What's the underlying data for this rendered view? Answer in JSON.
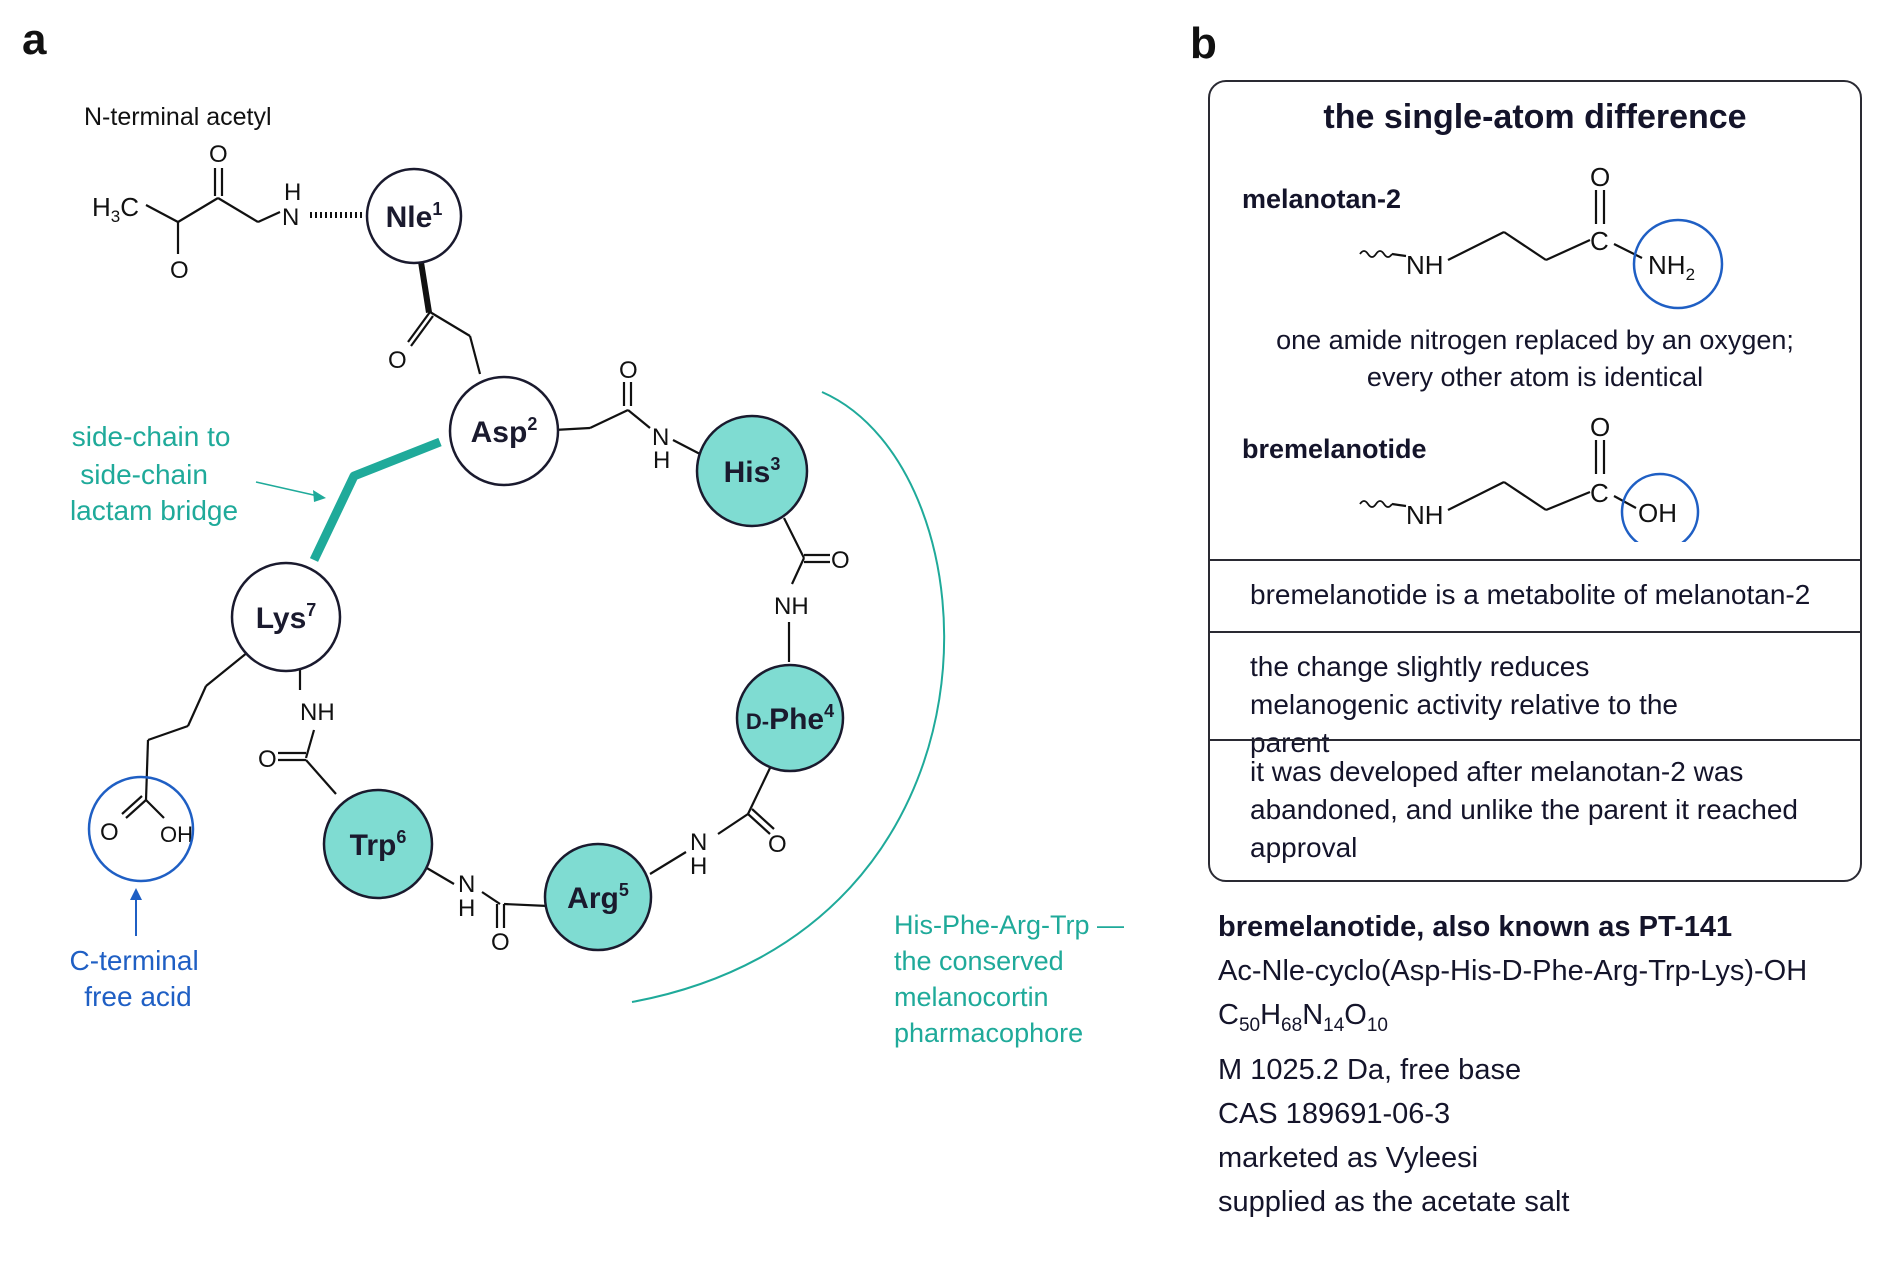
{
  "panel_a": {
    "letter": "a",
    "nterm_label": "N-terminal acetyl",
    "residues": [
      {
        "name": "Nle",
        "num": "1"
      },
      {
        "name": "Asp",
        "num": "2"
      },
      {
        "name": "His",
        "num": "3"
      },
      {
        "name": "D-Phe",
        "num": "4"
      },
      {
        "name": "Arg",
        "num": "5"
      },
      {
        "name": "Trp",
        "num": "6"
      },
      {
        "name": "Lys",
        "num": "7"
      }
    ],
    "bridge_label": [
      "side-chain to",
      "side-chain",
      "lactam bridge"
    ],
    "cterm_label": [
      "C-terminal",
      "free acid"
    ],
    "pharmacophore_label": [
      "His-Phe-Arg-Trp —",
      "the conserved",
      "melanocortin",
      "pharmacophore"
    ],
    "colors": {
      "teal": "#1faa9a",
      "teal_fill": "#7fdcd2",
      "blue": "#1f5fc4"
    }
  },
  "panel_b": {
    "letter": "b",
    "title": "the single-atom difference",
    "compound1": "melanotan-2",
    "compound2": "bremelanotide",
    "difference_text": [
      "one amide nitrogen replaced by an oxygen;",
      "every other atom is identical"
    ],
    "statements": [
      "bremelanotide is a metabolite of melanotan-2",
      "the change slightly reduces melanogenic activity relative to the parent",
      "it was developed after melanotan-2 was abandoned, and unlike the parent it reached approval"
    ]
  },
  "facts": {
    "heading": "bremelanotide, also known as PT-141",
    "sequence": "Ac-Nle-cyclo(Asp-His-D-Phe-Arg-Trp-Lys)-OH",
    "formula": "C50H68N14O10",
    "mass": "M 1025.2 Da, free base",
    "cas": "CAS 189691-06-3",
    "marketed": "marketed as Vyleesi",
    "supplied": "supplied as the acetate salt"
  }
}
